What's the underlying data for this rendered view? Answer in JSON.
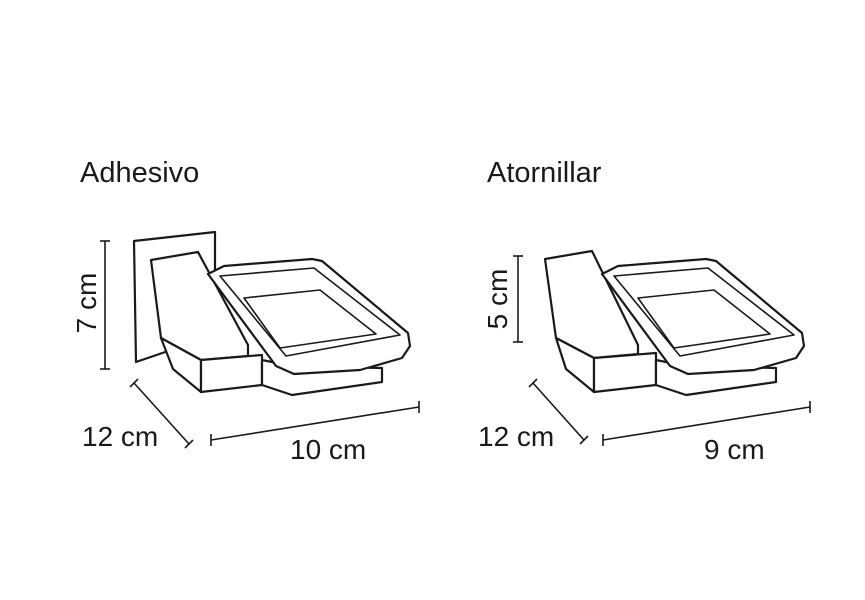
{
  "variants": [
    {
      "title": "Adhesivo",
      "height": "7 cm",
      "depth": "12 cm",
      "width": "10 cm"
    },
    {
      "title": "Atornillar",
      "height": "5 cm",
      "depth": "12 cm",
      "width": "9 cm"
    }
  ],
  "colors": {
    "line": "#1a1a1a",
    "background": "#ffffff"
  }
}
